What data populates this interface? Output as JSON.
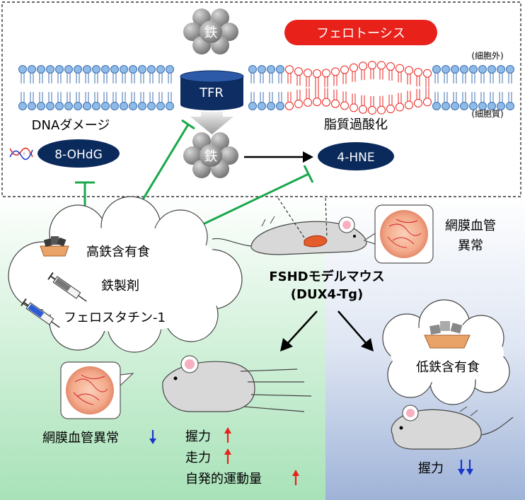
{
  "membrane": {
    "iron_label": "鉄",
    "ferroptosis_label": "フェロトーシス",
    "extracellular_label": "(細胞外)",
    "intracellular_label": "(細胞質)",
    "tfr_label": "TFR"
  },
  "dna_damage": {
    "title": "DNAダメージ",
    "marker": "8-OHdG"
  },
  "lipid_peroxidation": {
    "title": "脂質過酸化",
    "marker": "4-HNE"
  },
  "treatments": {
    "items": [
      "高鉄含有食",
      "鉄製剤",
      "フェロスタチン-1"
    ]
  },
  "model": {
    "retina_label_line1": "網膜血管",
    "retina_label_line2": "異常",
    "name_line1": "FSHDモデルマウス",
    "name_line2": "(DUX4-Tg)"
  },
  "outcome_high_iron": {
    "retina": "網膜血管異常",
    "grip": "握力",
    "running": "走力",
    "voluntary": "自発的運動量"
  },
  "outcome_low_iron": {
    "diet": "低鉄含有食",
    "grip": "握力"
  },
  "colors": {
    "navy": "#0b2a5c",
    "ferroptosis_red": "#e8211b",
    "inhibit_green": "#19a84a",
    "up_red": "#e8211b",
    "down_blue": "#1a36c9",
    "membrane_blue": "#8fbbe8",
    "membrane_red": "#f08a8a"
  }
}
